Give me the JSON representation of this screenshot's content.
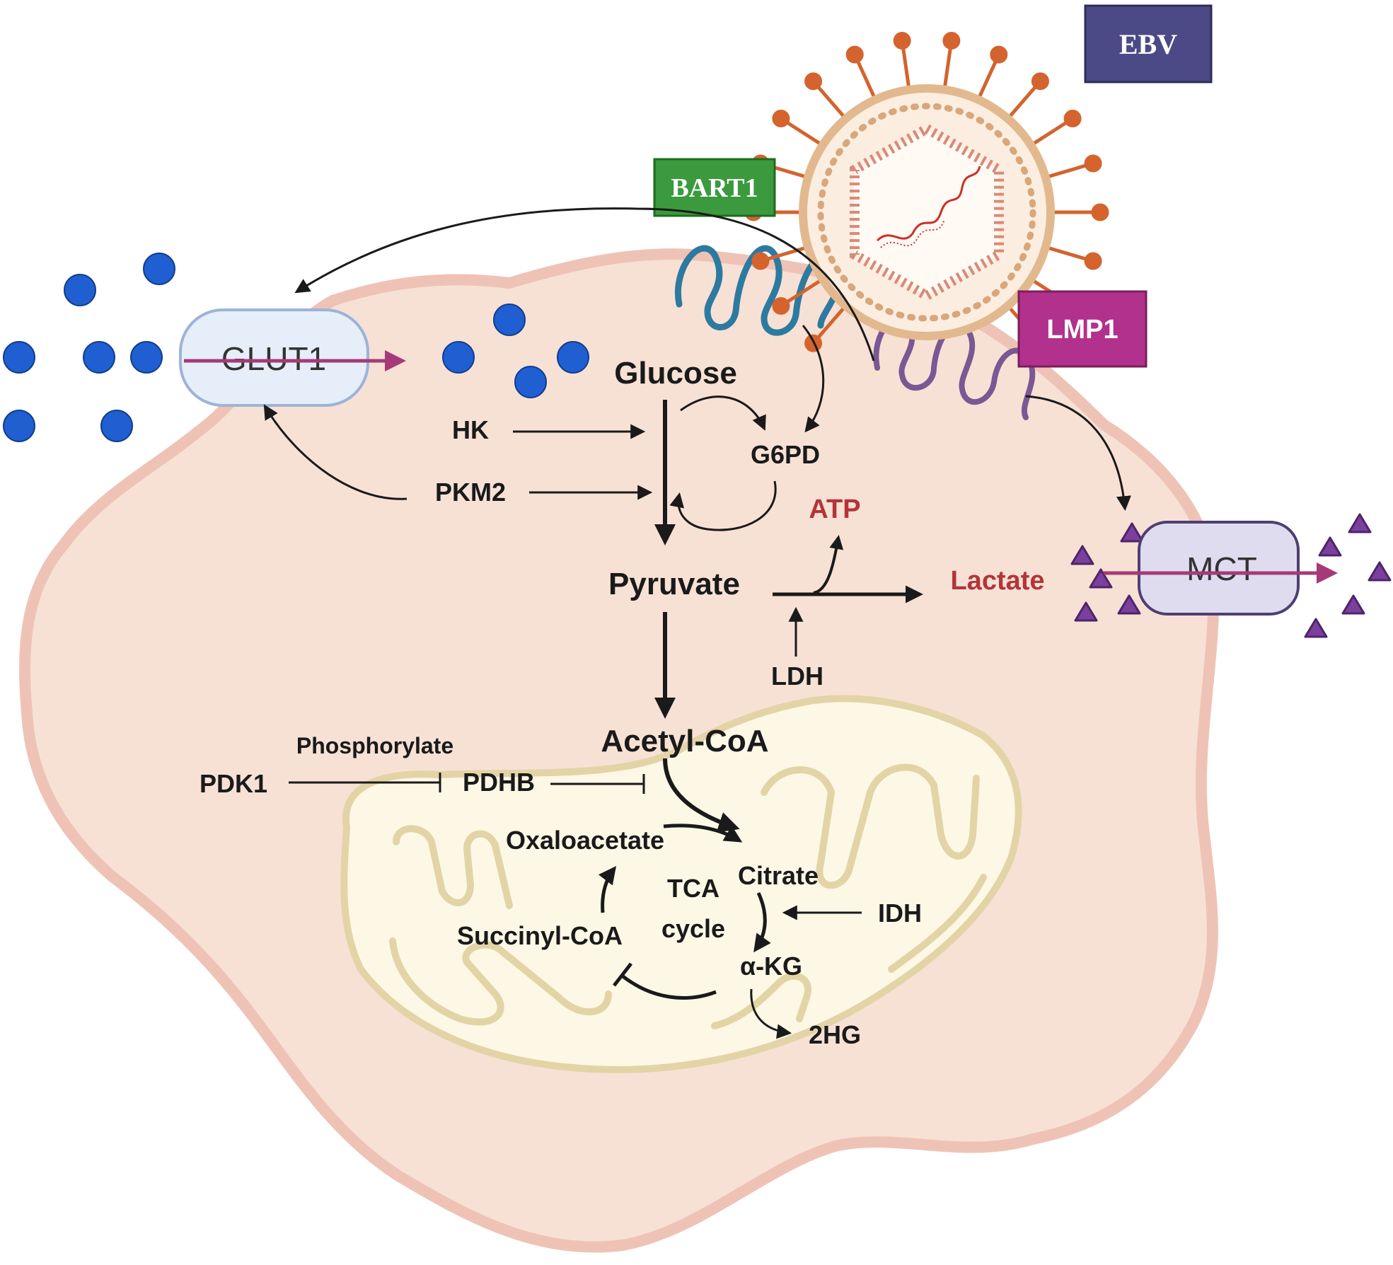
{
  "virus": {
    "name": "EBV"
  },
  "viral_products": {
    "bart1": "BART1",
    "lmp1": "LMP1"
  },
  "transporters": {
    "glut1": "GLUT1",
    "mct": "MCT"
  },
  "metabolites": {
    "glucose": "Glucose",
    "pyruvate": "Pyruvate",
    "acetyl_coa": "Acetyl-CoA",
    "atp": "ATP",
    "lactate": "Lactate",
    "oxaloacetate": "Oxaloacetate",
    "citrate": "Citrate",
    "alpha_kg": "α-KG",
    "succinyl_coa": "Succinyl-CoA",
    "two_hg": "2HG"
  },
  "enzymes": {
    "hk": "HK",
    "g6pd": "G6PD",
    "pkm2": "PKM2",
    "ldh": "LDH",
    "pdk1": "PDK1",
    "pdhb": "PDHB",
    "idh": "IDH"
  },
  "tca": {
    "line1": "TCA",
    "line2": "cycle"
  },
  "annotations": {
    "phosphorylate": "Phosphorylate"
  },
  "colors": {
    "cell_fill": "#f7e1d5",
    "cell_border": "#eec3b6",
    "mito_fill": "#fdf7e6",
    "mito_border": "#e3d4a6",
    "glucose_dot": "#1f5fd1",
    "lactate_triangle": "#7b3f9e",
    "ebv_box": "#4b4a86",
    "bart1_box": "#3b9a3d",
    "lmp1_box": "#b2318c",
    "glut1_fill": "#e6eef9",
    "mct_fill": "#e0dcf0",
    "transport_arrow": "#a63a78",
    "metabolite_red": "#b3343a",
    "virus_spike": "#d4632e",
    "virus_envelope": "#e2b98f"
  }
}
